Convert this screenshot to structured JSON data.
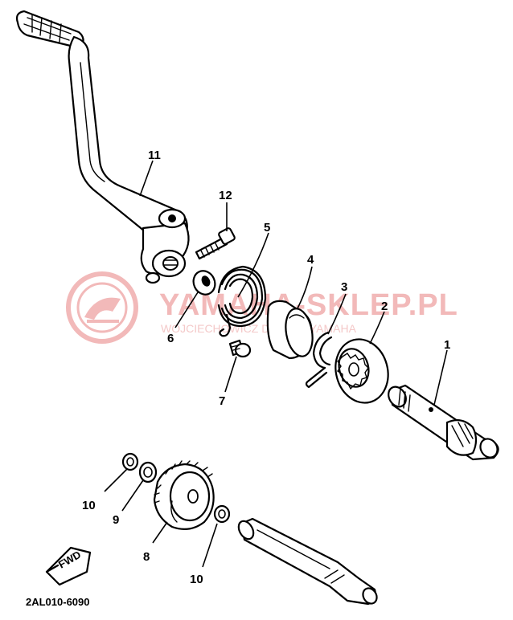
{
  "watermark": {
    "brand": "YAMAHA-SKLEP.PL",
    "subtitle": "WOJCIECHOWICZ DEALER YAMAHA"
  },
  "callouts": {
    "c1": "1",
    "c2": "2",
    "c3": "3",
    "c4": "4",
    "c5": "5",
    "c6": "6",
    "c7": "7",
    "c8": "8",
    "c9": "9",
    "c10a": "10",
    "c10b": "10",
    "c11": "11",
    "c12": "12"
  },
  "fwd_label": "FWD",
  "diagram_code": "2AL010-6090",
  "colors": {
    "ink": "#000000",
    "watermark": "#f2b9b9"
  }
}
